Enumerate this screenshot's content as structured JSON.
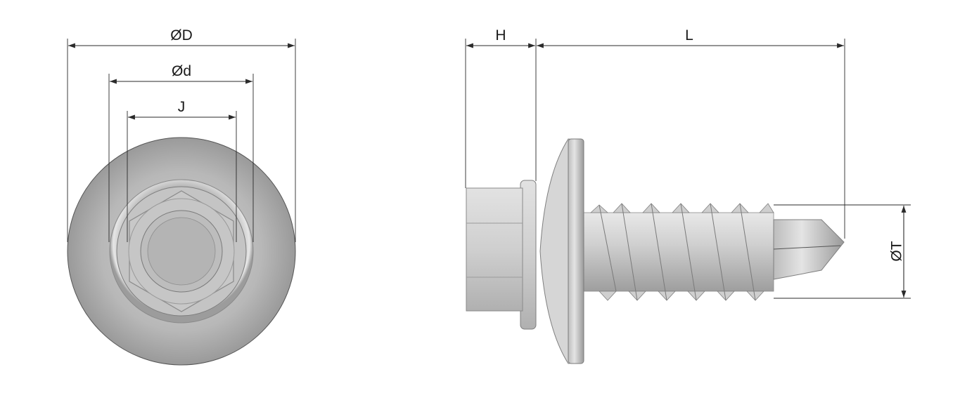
{
  "dimensions": {
    "washer_diameter": "ØD",
    "seal_diameter": "Ød",
    "across_flats": "J",
    "head_height": "H",
    "length": "L",
    "thread_diameter": "ØT"
  },
  "colors": {
    "metal_light": "#dcdcdc",
    "metal_mid": "#b9b9b9",
    "metal_dark": "#8a8a8a",
    "line": "#2a2a2a"
  }
}
